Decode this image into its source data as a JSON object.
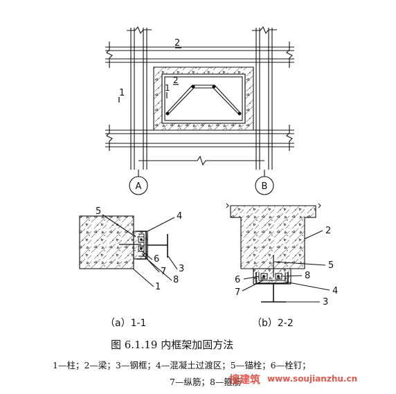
{
  "plan": {
    "section_mark_horizontal": "2",
    "section_mark_vertical": "1",
    "section_mark_inner_horizontal": "2",
    "section_mark_inner_vertical": "1",
    "axis_a": "A",
    "axis_b": "B"
  },
  "detail_a": {
    "callouts": [
      "5",
      "4",
      "6",
      "7",
      "8",
      "1",
      "3"
    ],
    "caption": "（a）1-1"
  },
  "detail_b": {
    "callouts": [
      "2",
      "5",
      "6",
      "8",
      "7",
      "4",
      "3"
    ],
    "caption": "（b）2-2"
  },
  "figure_title": "图 6.1.19    内框架加固方法",
  "legend": {
    "line1": "1—柱；2—梁；3—钢框；4—混凝土过渡区；5—锚栓；6—栓钉；",
    "line2": "7—纵筋；8—箍筋"
  },
  "watermark": {
    "cn": "搜建筑",
    "url": "www.soujianzhu.cn"
  }
}
